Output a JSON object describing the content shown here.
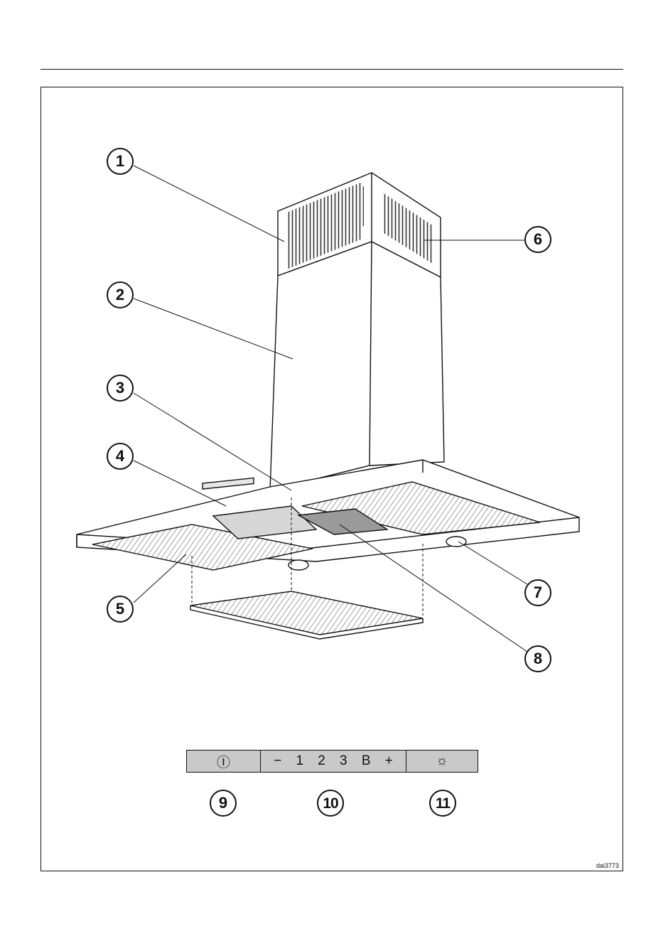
{
  "callouts": [
    "1",
    "2",
    "3",
    "4",
    "5",
    "6",
    "7",
    "8",
    "9",
    "10",
    "11"
  ],
  "control_panel": {
    "power_symbol": "Ⓘ",
    "speed_minus": "−",
    "speed_1": "1",
    "speed_2": "2",
    "speed_3": "3",
    "speed_boost": "B",
    "speed_plus": "+",
    "light_symbol": "☼"
  },
  "drawing_code": "dai3773"
}
